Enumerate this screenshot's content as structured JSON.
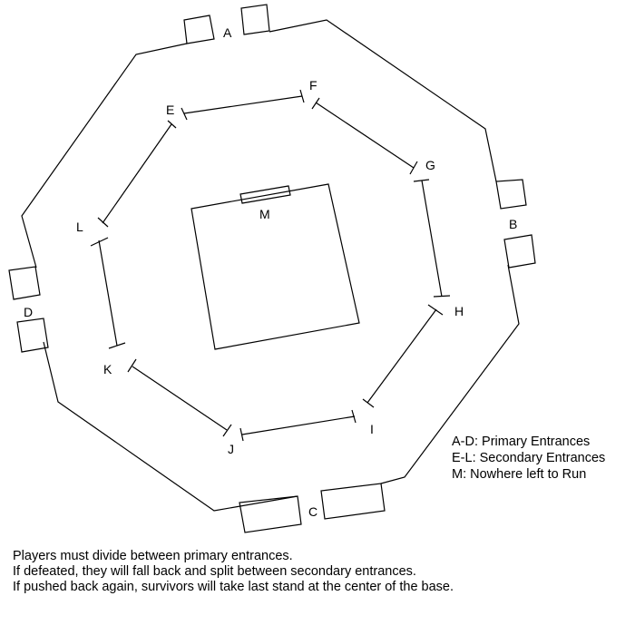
{
  "labels": {
    "A": "A",
    "B": "B",
    "C": "C",
    "D": "D",
    "E": "E",
    "F": "F",
    "G": "G",
    "H": "H",
    "I": "I",
    "J": "J",
    "K": "K",
    "L": "L",
    "M": "M"
  },
  "legend": [
    "A-D: Primary Entrances",
    "E-L: Secondary Entrances",
    "M: Nowhere left to Run"
  ],
  "notes": [
    "Players must divide between primary entrances.",
    "If defeated, they will fall back and split between secondary entrances.",
    "If pushed back again, survivors will take last stand at the center of the base."
  ]
}
